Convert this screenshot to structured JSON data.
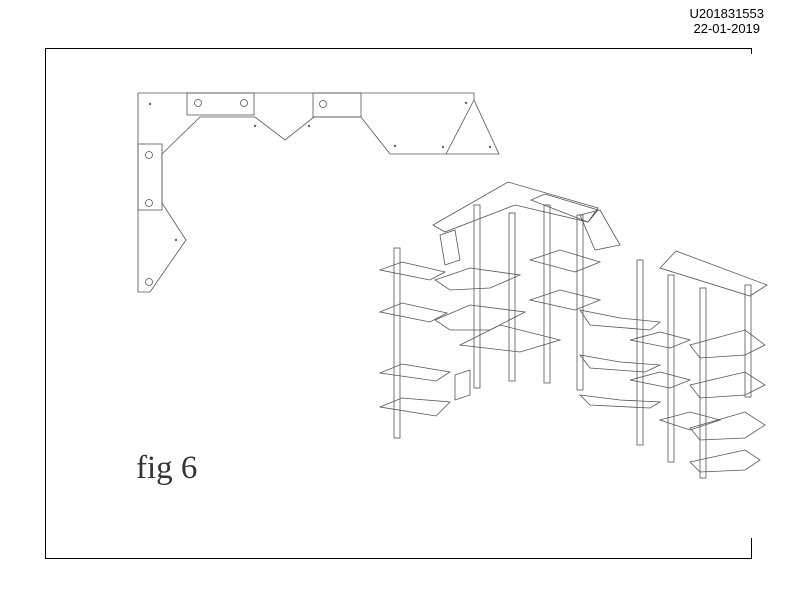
{
  "header": {
    "doc_number": "U201831553",
    "date": "22-01-2019"
  },
  "figure": {
    "label": "fig 6"
  }
}
